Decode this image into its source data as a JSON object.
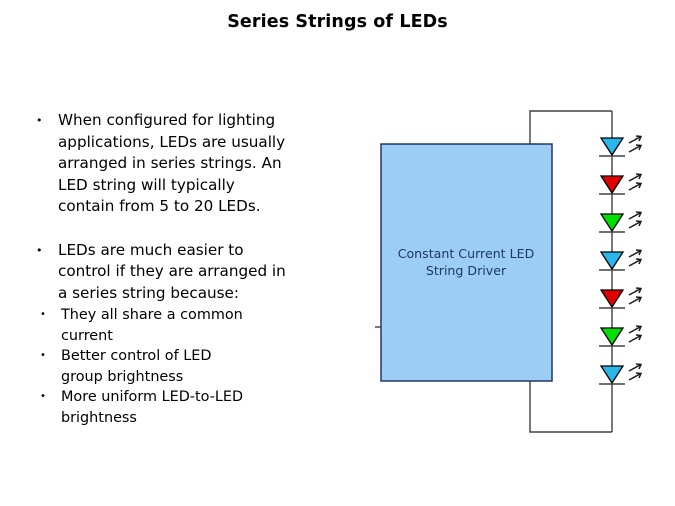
{
  "slide": {
    "title": "Series Strings of LEDs",
    "background_color": "#ffffff",
    "title_color": "#000000"
  },
  "content": {
    "bullets": [
      {
        "marker": "•",
        "level": 1,
        "lines": [
          "When configured for lighting",
          "applications, LEDs are usually",
          "arranged in series strings. An",
          "LED string will typically",
          "contain from 5 to 20 LEDs."
        ]
      },
      {
        "marker": "•",
        "level": 1,
        "lines": [
          "LEDs are much easier to",
          "control if they are arranged in",
          "a series string because:"
        ]
      }
    ],
    "sub_bullets": [
      {
        "marker": "•",
        "level": 2,
        "lines": [
          "They all share a common",
          "current"
        ]
      },
      {
        "marker": "•",
        "level": 2,
        "lines": [
          "Better control of LED",
          "group brightness"
        ]
      },
      {
        "marker": "•",
        "level": 2,
        "lines": [
          "More uniform LED-to-LED",
          "brightness"
        ]
      }
    ]
  },
  "diagram": {
    "driver_block": {
      "label_line1": "Constant Current LED",
      "label_line2": "String Driver",
      "fill_color": "#9BCDF5",
      "border_color": "#1f3864",
      "text_color": "#1f3864"
    },
    "wire_color": "#404040",
    "led_string": {
      "count": 7,
      "leds": [
        {
          "index": 1,
          "color_name": "cyan",
          "fill": "#29B6E8"
        },
        {
          "index": 2,
          "color_name": "red",
          "fill": "#E00000"
        },
        {
          "index": 3,
          "color_name": "green",
          "fill": "#00E000"
        },
        {
          "index": 4,
          "color_name": "cyan",
          "fill": "#29B6E8"
        },
        {
          "index": 5,
          "color_name": "red",
          "fill": "#E00000"
        },
        {
          "index": 6,
          "color_name": "green",
          "fill": "#00E000"
        },
        {
          "index": 7,
          "color_name": "cyan",
          "fill": "#29B6E8"
        }
      ]
    }
  }
}
